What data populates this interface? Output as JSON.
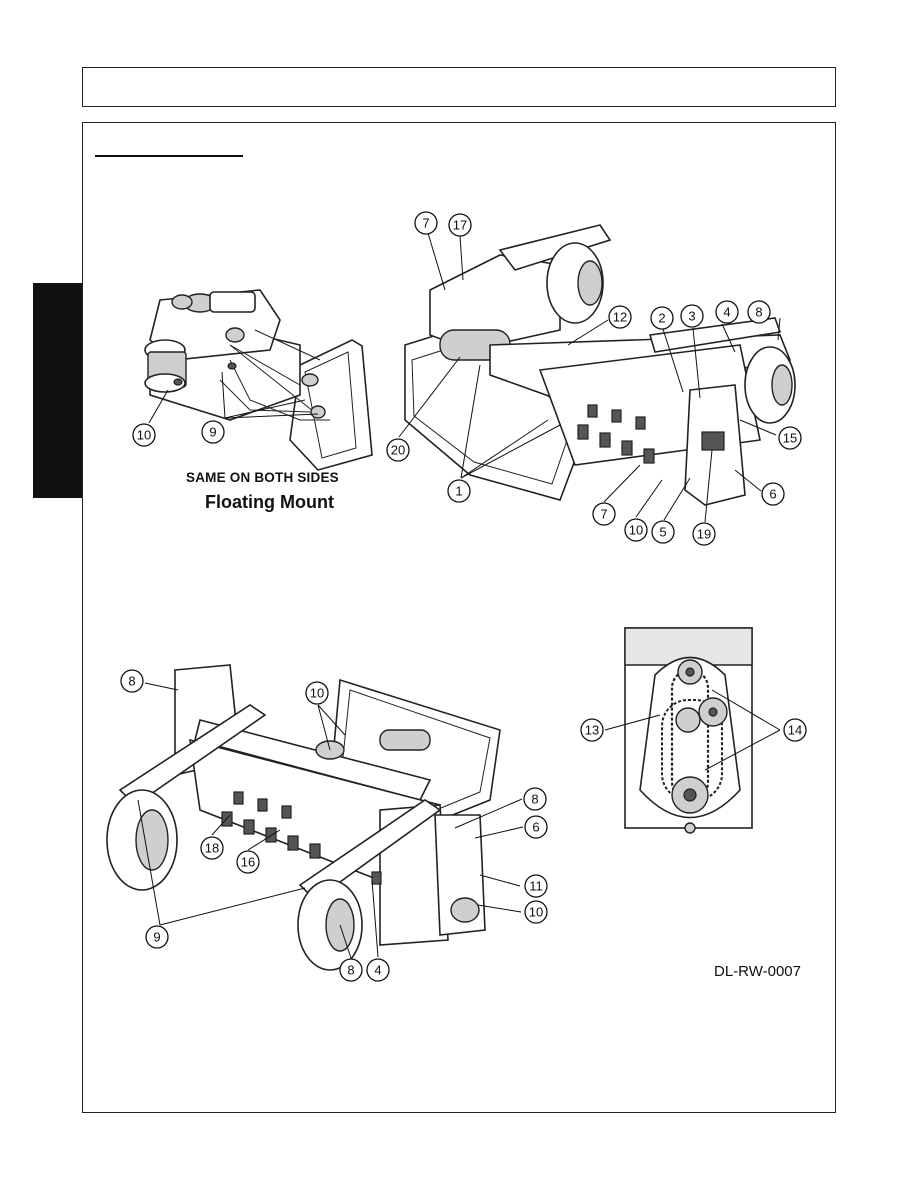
{
  "header": {
    "title": ""
  },
  "section": {
    "title": ""
  },
  "figure_top_left": {
    "caption_line1": "SAME ON BOTH SIDES",
    "caption_line2": "Floating Mount",
    "callouts": [
      "10",
      "9"
    ]
  },
  "figure_top_right": {
    "callouts": [
      "7",
      "17",
      "12",
      "2",
      "3",
      "4",
      "8",
      "15",
      "6",
      "19",
      "5",
      "10",
      "7",
      "1",
      "20"
    ]
  },
  "figure_bottom_left": {
    "callouts": [
      "8",
      "10",
      "18",
      "16",
      "9",
      "8",
      "6",
      "11",
      "10",
      "8",
      "4"
    ]
  },
  "figure_bottom_right": {
    "callouts": [
      "13",
      "14"
    ]
  },
  "document_code": "DL-RW-0007"
}
